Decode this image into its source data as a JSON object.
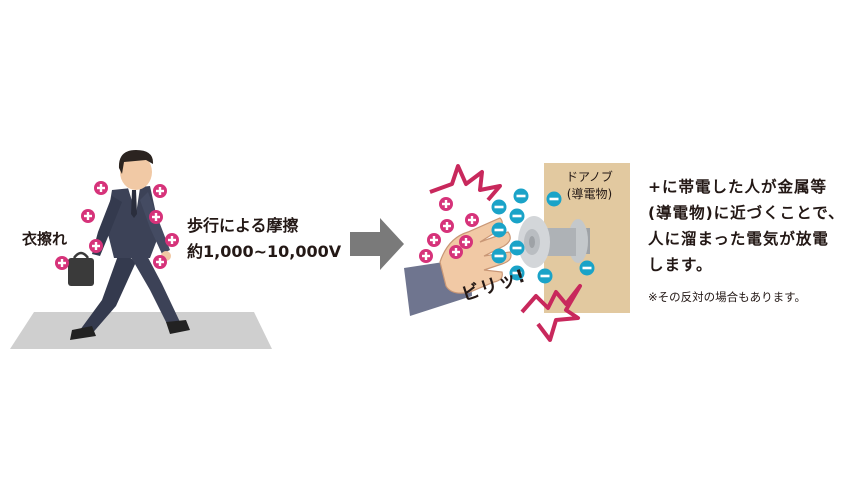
{
  "labels": {
    "clothes_friction": "衣擦れ",
    "walking_friction": "歩行による摩擦",
    "voltage_range": "約1,000~10,000V",
    "door_knob": "ドアノブ",
    "conductor": "(導電物)",
    "shock": "ビリッ!"
  },
  "explanation": {
    "line1": "+に帯電した人が金属等",
    "line2": "(導電物)に近づくことで、",
    "line3": "人に溜まった電気が放電",
    "line4": "します。"
  },
  "note": "※その反対の場合もあります。",
  "colors": {
    "plus_charge": "#d6337a",
    "minus_charge": "#1aa3c8",
    "door": "#e2c9a0",
    "floor": "#cfcfcf",
    "arrow": "#777777",
    "suit": "#3c4257",
    "spark": "#c8285c"
  },
  "icons": [
    "plus-charge-icon",
    "minus-charge-icon",
    "arrow-right-icon",
    "spark-icon"
  ]
}
